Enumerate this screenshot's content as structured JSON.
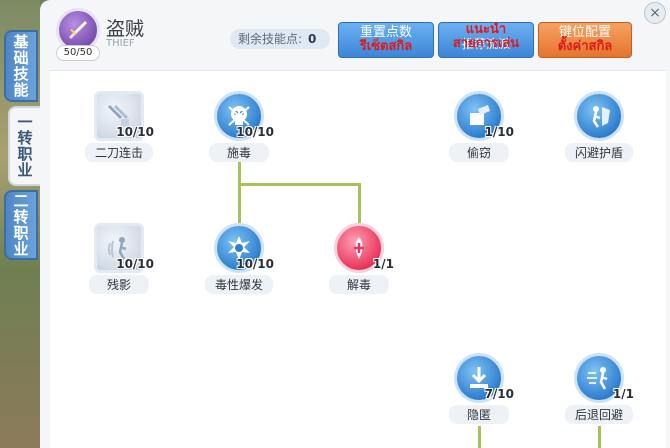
{
  "tabs": [
    {
      "label": "基础技能",
      "active": false
    },
    {
      "label": "一转职业",
      "active": true
    },
    {
      "label": "二转职业",
      "active": false
    }
  ],
  "header": {
    "class_name": "盗贼",
    "class_en": "THIEF",
    "level": "50/50",
    "points_label": "剩余技能点:",
    "points_value": "0",
    "buttons": [
      {
        "zh": "重置点数",
        "th": "รีเซ็ตสกิล",
        "color": "blue"
      },
      {
        "zh": "推荐流派",
        "th_top": "แนะนำ",
        "th": "สายการเล่น",
        "color": "blue"
      },
      {
        "zh": "键位配置",
        "th": "ตั้งค่าสกิล",
        "color": "orange"
      }
    ],
    "close": "×"
  },
  "skills": [
    {
      "name": "二刀连击",
      "level": "10/10",
      "state": "locked",
      "icon": "dual-blade-icon"
    },
    {
      "name": "施毒",
      "level": "10/10",
      "state": "learned",
      "icon": "skull-icon"
    },
    {
      "name": "偷窃",
      "level": "1/10",
      "state": "learned",
      "icon": "steal-hand-icon"
    },
    {
      "name": "闪避护盾",
      "level": "",
      "state": "learned",
      "icon": "dodge-shield-icon"
    },
    {
      "name": "残影",
      "level": "10/10",
      "state": "locked",
      "icon": "afterimage-icon"
    },
    {
      "name": "毒性爆发",
      "level": "10/10",
      "state": "learned",
      "icon": "poison-burst-icon"
    },
    {
      "name": "解毒",
      "level": "1/1",
      "state": "red",
      "icon": "detox-icon"
    },
    {
      "name": "隐匿",
      "level": "7/10",
      "state": "learned",
      "icon": "hide-icon"
    },
    {
      "name": "后退回避",
      "level": "1/1",
      "state": "learned",
      "icon": "backstep-icon"
    }
  ]
}
